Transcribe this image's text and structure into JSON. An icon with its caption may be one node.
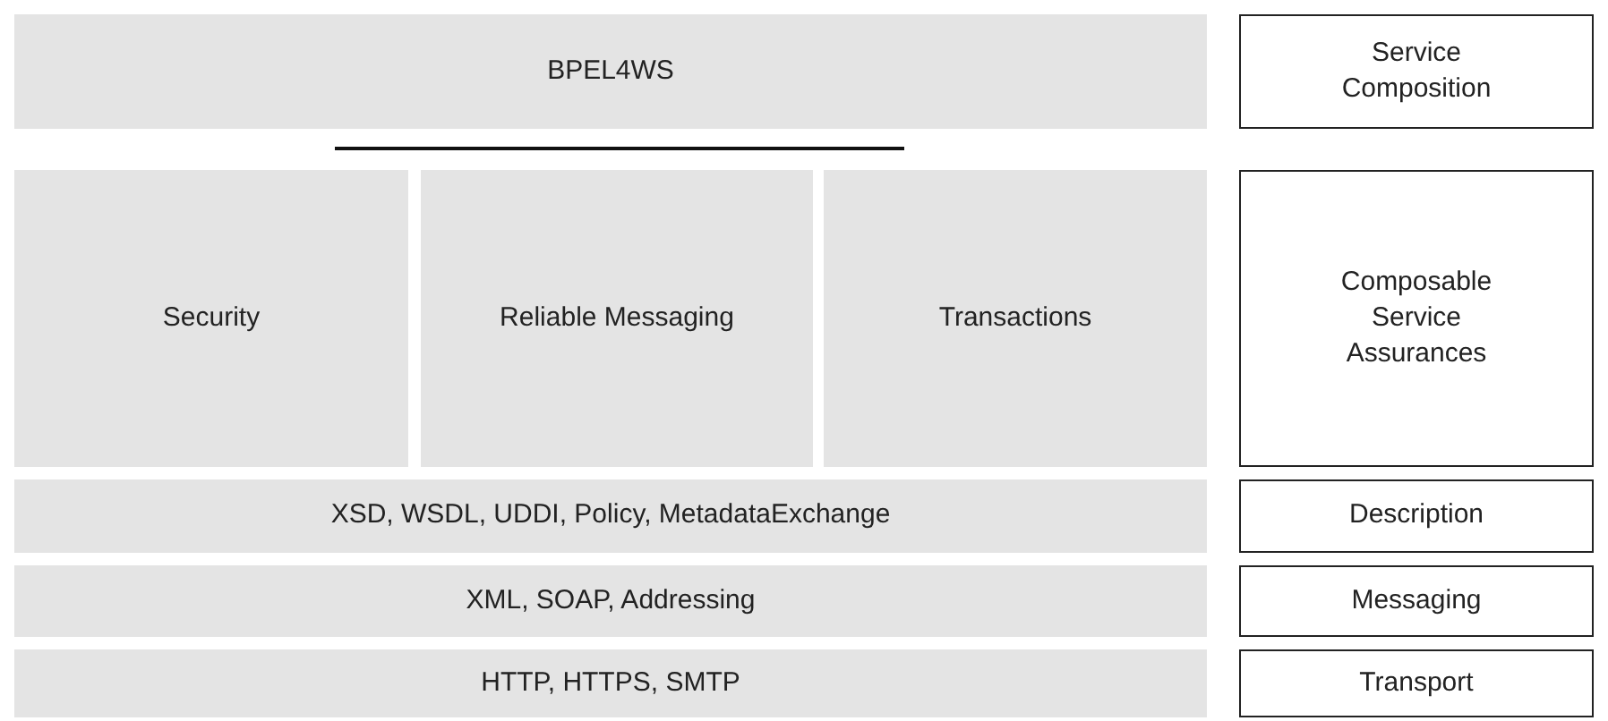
{
  "diagram": {
    "nodes": [
      {
        "text": [
          "BPEL4WS"
        ]
      },
      {
        "text": [
          "Service Composition"
        ]
      },
      {
        "text": [
          "Security"
        ]
      },
      {
        "text": [
          "Reliable Messaging"
        ]
      },
      {
        "text": [
          "Transactions"
        ]
      },
      {
        "text": [
          "Composable Service Assurances"
        ]
      },
      {
        "text": [
          "XSD, WSDL, UDDI, Policy, MetadataExchange"
        ]
      },
      {
        "text": [
          "Description"
        ]
      },
      {
        "text": [
          "XML, SOAP, Addressing"
        ]
      },
      {
        "text": [
          "Messaging"
        ]
      },
      {
        "text": [
          "HTTP, HTTPS, SMTP"
        ]
      },
      {
        "text": [
          "Transport"
        ]
      }
    ]
  }
}
